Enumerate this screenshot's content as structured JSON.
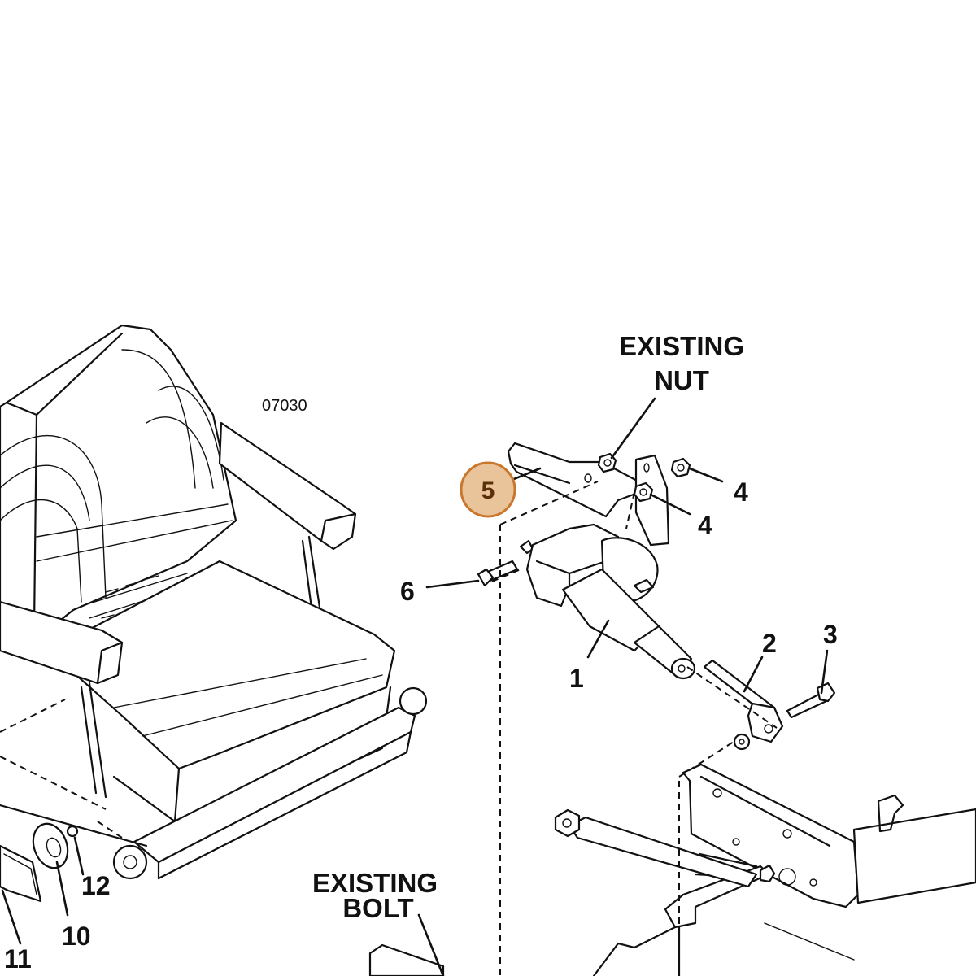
{
  "drawing": {
    "number": "07030",
    "labels": {
      "existing_nut_line1": "EXISTING",
      "existing_nut_line2": "NUT",
      "existing_bolt_line1": "EXISTING",
      "existing_bolt_line2": "BOLT"
    },
    "callouts": {
      "actuator": "1",
      "pin": "2",
      "bolt": "3",
      "nut_a": "4",
      "nut_b": "4",
      "bracket": "5",
      "pivot_bolt": "6",
      "lamp": "10",
      "light_bar": "11",
      "small_nut": "12"
    },
    "highlight": {
      "label": "5",
      "fill_color": "#e9c49a",
      "border_color": "#c9772d"
    }
  }
}
